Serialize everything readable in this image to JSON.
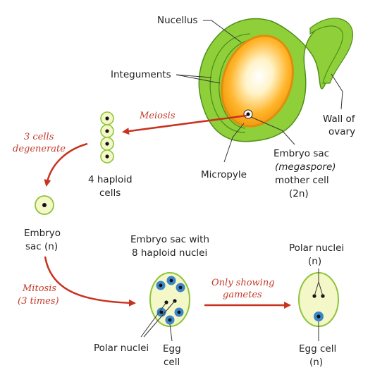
{
  "labels": {
    "nucellus": "Nucellus",
    "integuments": "Integuments",
    "wall_of_ovary_1": "Wall of",
    "wall_of_ovary_2": "ovary",
    "micropyle": "Micropyle",
    "mother_cell_1": "Embryo sac",
    "mother_cell_2": "(megaspore)",
    "mother_cell_3": "mother cell",
    "mother_cell_4": "(2n)",
    "haploid_1": "4 haploid",
    "haploid_2": "cells",
    "embryo_sac_1": "Embryo",
    "embryo_sac_2": "sac (n)",
    "eight_nuclei_1": "Embryo sac with",
    "eight_nuclei_2": "8 haploid nuclei",
    "polar_left": "Polar nuclei",
    "egg_left_1": "Egg",
    "egg_left_2": "cell",
    "polar_right_1": "Polar nuclei",
    "polar_right_2": "(n)",
    "egg_right_1": "Egg cell",
    "egg_right_2": "(n)"
  },
  "process": {
    "meiosis": "Meiosis",
    "degenerate_1": "3 cells",
    "degenerate_2": "degenerate",
    "mitosis_1": "Mitosis",
    "mitosis_2": "(3 times)",
    "gametes_1": "Only showing",
    "gametes_2": "gametes"
  },
  "colors": {
    "arrow": "#c8321f",
    "ovary_green": "#8fd03a",
    "cell_fill": "#f4f8c8",
    "nucleus_blue": "#3a86c9"
  }
}
